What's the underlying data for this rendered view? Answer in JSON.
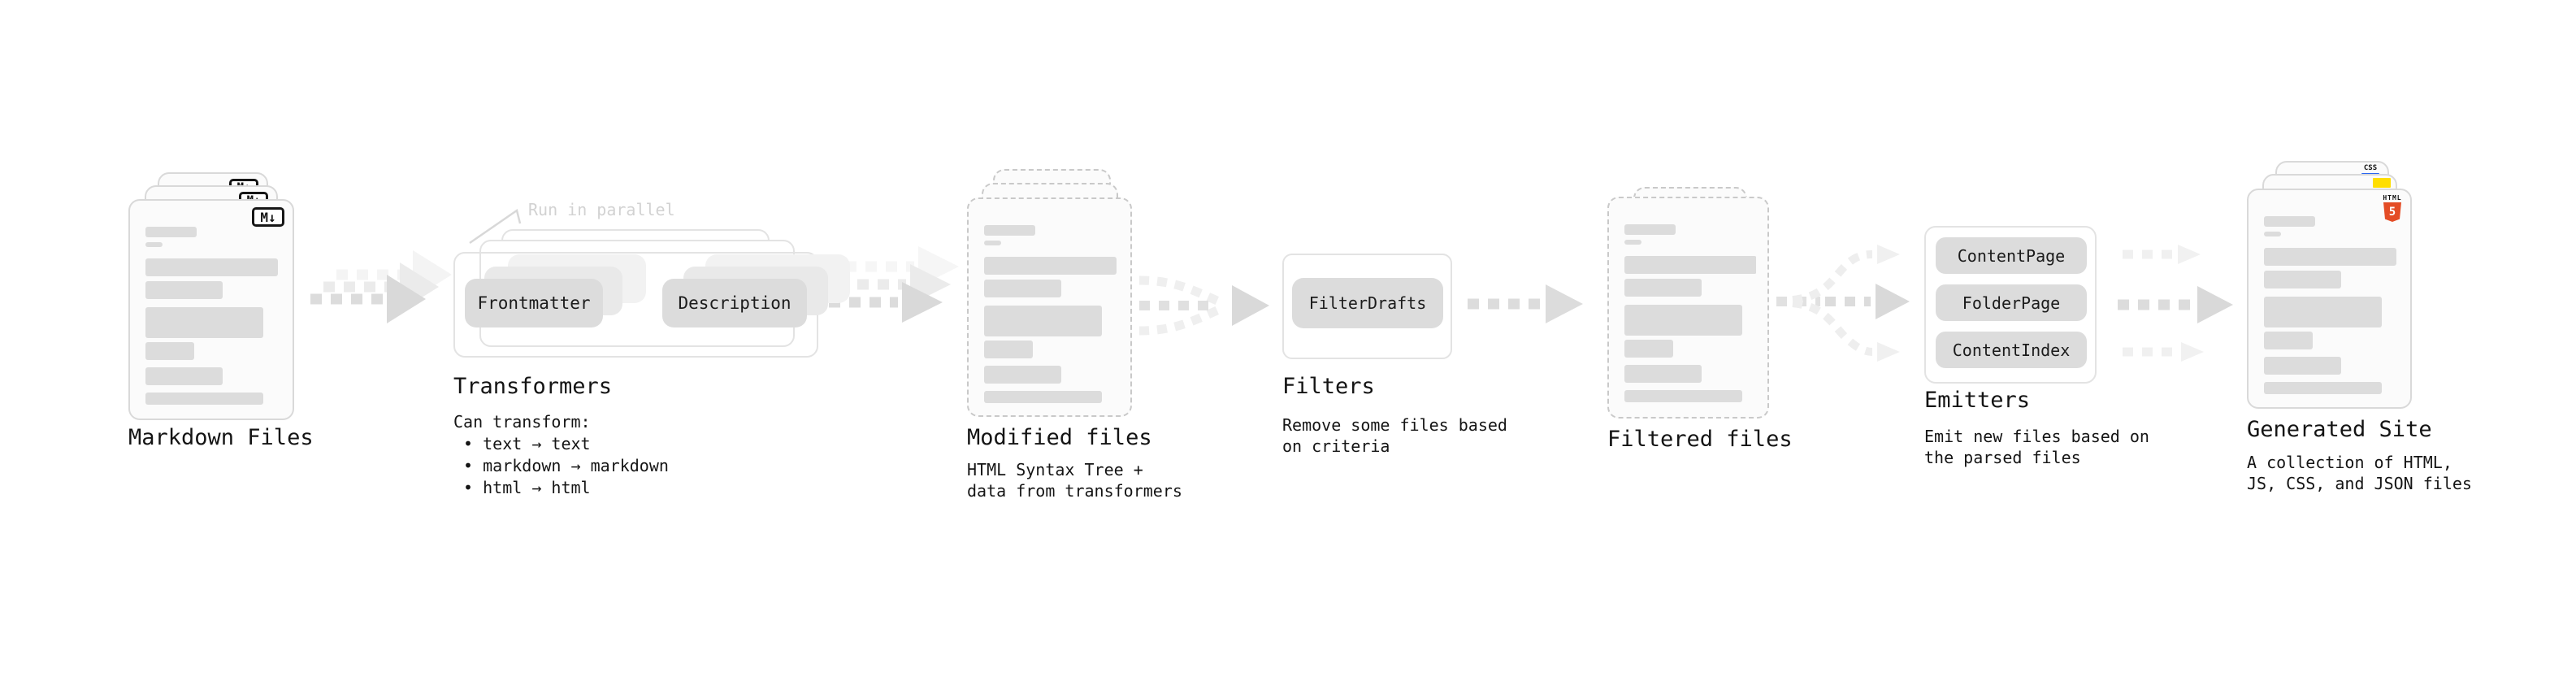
{
  "stages": {
    "markdown_files": {
      "label": "Markdown Files"
    },
    "transformers": {
      "label": "Transformers",
      "annotation": "Run in parallel",
      "box_input": "Frontmatter",
      "box_output": "Description",
      "details": "Can transform:\n • text → text\n • markdown → markdown\n • html → html"
    },
    "modified_files": {
      "label": "Modified files",
      "details": "HTML Syntax Tree +\ndata from transformers"
    },
    "filters": {
      "label": "Filters",
      "box": "FilterDrafts",
      "details": "Remove some files based\non criteria"
    },
    "filtered_files": {
      "label": "Filtered files"
    },
    "emitters": {
      "label": "Emitters",
      "boxes": [
        "ContentPage",
        "FolderPage",
        "ContentIndex"
      ],
      "details": "Emit new files based on\nthe parsed files"
    },
    "generated_site": {
      "label": "Generated Site",
      "details": "A collection of HTML,\nJS, CSS, and JSON files"
    }
  },
  "icons": {
    "markdown_badge": "M↓",
    "html5_word": "HTML",
    "html5_numeral": "5",
    "css_badge": "CSS"
  },
  "decor": {
    "file_bars": [
      [
        63,
        13,
        32
      ],
      [
        21,
        6,
        6
      ],
      [
        163,
        22,
        14
      ],
      [
        95,
        22,
        6
      ],
      [
        145,
        38,
        10
      ],
      [
        60,
        22,
        5
      ],
      [
        95,
        22,
        9
      ],
      [
        145,
        15,
        9
      ]
    ]
  },
  "colors": {
    "card_border": "#d9d9d9",
    "dashed_border": "#c9c9c9",
    "bar_gray": "#dcdcdc",
    "box_gray": "#dcdcdc",
    "arrow_gray": "#d9d9d9",
    "arrow_light": "#efefef",
    "annotation_gray": "#d2d2d2",
    "html5_orange": "#e44d26",
    "js_yellow": "#ffde00",
    "css_blue": "#2965f1",
    "text_dark": "#141414"
  }
}
